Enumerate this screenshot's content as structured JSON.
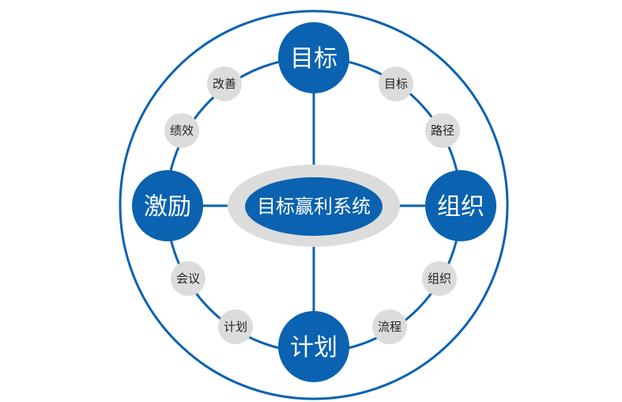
{
  "colors": {
    "primary": "#0a62b0",
    "gray": "#dcdcdc"
  },
  "center_label": "目标赢利系统",
  "main_nodes": {
    "top": "目标",
    "right": "组织",
    "bottom": "计划",
    "left": "激励"
  },
  "sub_nodes": {
    "top_left_1": "改善",
    "top_left_2": "绩效",
    "top_right_1": "目标",
    "top_right_2": "路径",
    "bottom_right_1": "组织",
    "bottom_right_2": "流程",
    "bottom_left_1": "会议",
    "bottom_left_2": "计划"
  }
}
